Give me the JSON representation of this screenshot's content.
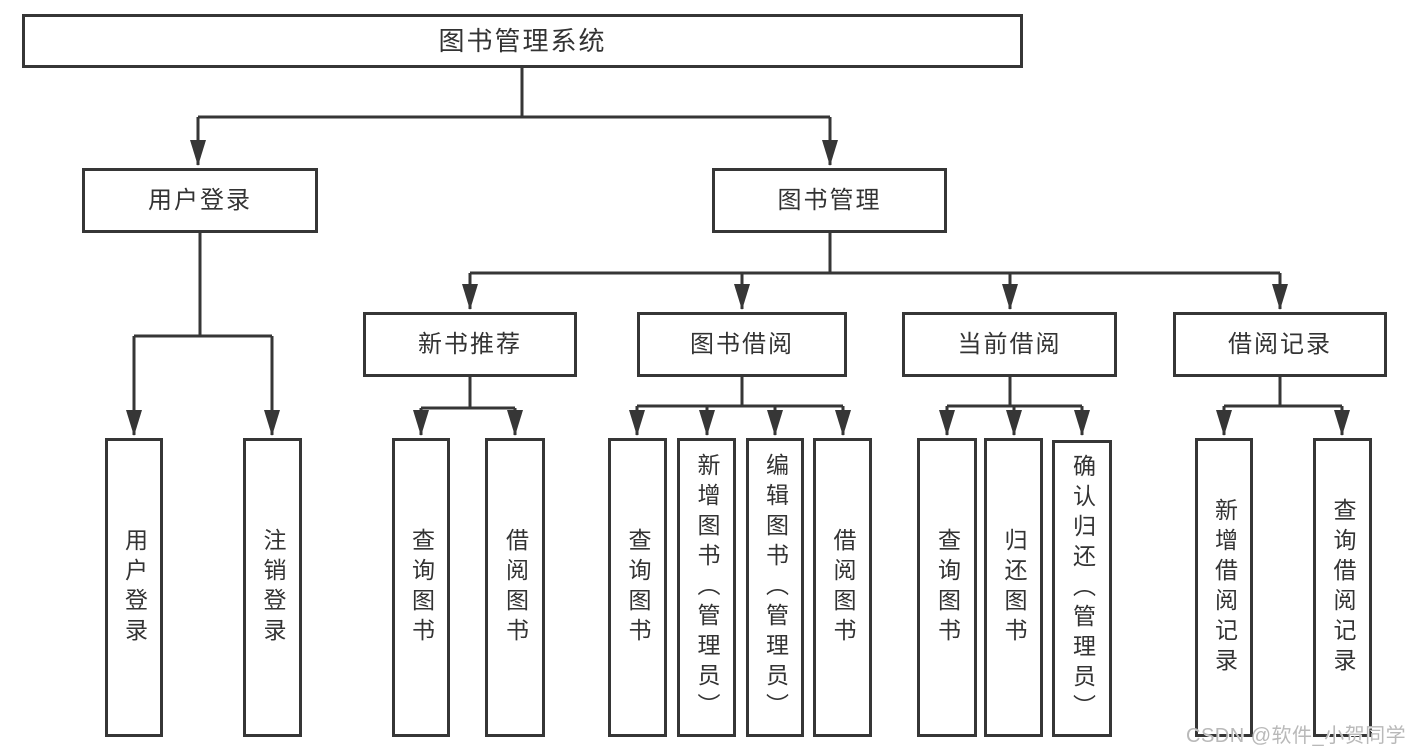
{
  "watermark": "CSDN @软件_小贺同学",
  "colors": {
    "line": "#363636",
    "box_border": "#363636",
    "text": "#333333",
    "background": "#ffffff",
    "watermark": "#b9b9b9"
  },
  "tree": {
    "root": {
      "label": "图书管理系统"
    },
    "branches": [
      {
        "label": "用户登录",
        "children": [
          {
            "label": "用户登录"
          },
          {
            "label": "注销登录"
          }
        ]
      },
      {
        "label": "图书管理",
        "children": [
          {
            "label": "新书推荐",
            "children": [
              {
                "label": "查询图书"
              },
              {
                "label": "借阅图书"
              }
            ]
          },
          {
            "label": "图书借阅",
            "children": [
              {
                "label": "查询图书"
              },
              {
                "label": "新增图书（管理员）"
              },
              {
                "label": "编辑图书（管理员）"
              },
              {
                "label": "借阅图书"
              }
            ]
          },
          {
            "label": "当前借阅",
            "children": [
              {
                "label": "查询图书"
              },
              {
                "label": "归还图书"
              },
              {
                "label": "确认归还（管理员）"
              }
            ]
          },
          {
            "label": "借阅记录",
            "children": [
              {
                "label": "新增借阅记录"
              },
              {
                "label": "查询借阅记录"
              }
            ]
          }
        ]
      }
    ]
  }
}
